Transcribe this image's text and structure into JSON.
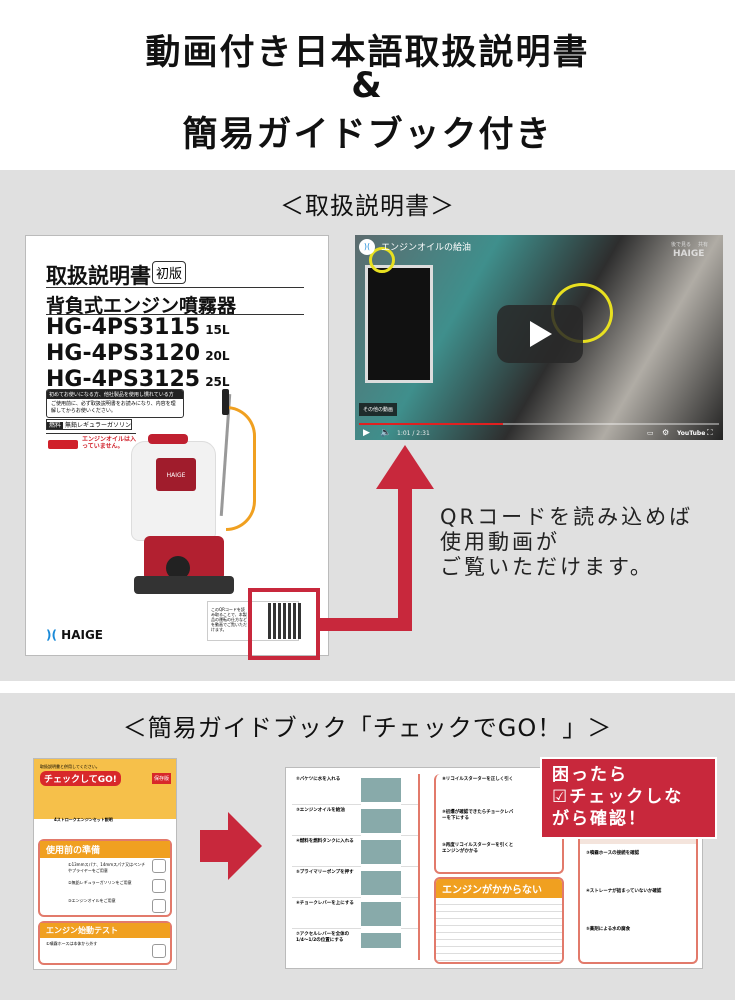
{
  "header": {
    "line1": "動画付き日本語取扱説明書",
    "line2": "&",
    "line3": "簡易ガイドブック付き"
  },
  "manual_section": {
    "title": "＜取扱説明書＞",
    "cover": {
      "heading": "取扱説明書",
      "edition": "初版",
      "product": "背負式エンジン噴霧器",
      "models": [
        {
          "model": "HG-4PS3115",
          "capacity": "15L"
        },
        {
          "model": "HG-4PS3120",
          "capacity": "20L"
        },
        {
          "model": "HG-4PS3125",
          "capacity": "25L"
        }
      ],
      "notice_title": "初めてお使いになる方、他社製品を使用し慣れている方",
      "notice_body": "ご使用前に、必ず取扱説明書をお読みになり、内容を理解してからお使いください。",
      "fuel_label": "燃料",
      "fuel_value": "無鉛レギュラーガソリン",
      "oil_warning": "エンジンオイルは入っていません。",
      "qr_caption": "このQRコードを読み取ることで、本製品の運転の仕方などを動画でご覧いただけます。",
      "brand": "HAIGE"
    },
    "video": {
      "title": "エンジンオイルの給油",
      "brand": "HAIGE",
      "watch_later": "後で見る",
      "share": "共有",
      "more_videos": "その他の動画",
      "time": "1:01 / 2:31",
      "progress": 0.4,
      "youtube": "YouTube",
      "accent": "#e02020"
    },
    "qr_text": [
      "QRコードを読み込めば",
      "使用動画が",
      "ご覧いただけます。"
    ],
    "accent": "#c8283c"
  },
  "guide_section": {
    "title": "＜簡易ガイドブック「チェックでGO！」＞",
    "booklet": {
      "top_note": "取扱説明書と併用してください。",
      "logo_text": "チェックしてGO!",
      "badge": "保存版",
      "subtitle": "4ストロークエンジンセット説明",
      "section1": "使用前の準備",
      "items": [
        "①13mmスパナ、14mmスパナ又はペンチやプライヤーをご用意",
        "②無鉛レギュラーガソリンをご用意",
        "③エンジンオイルをご用意"
      ],
      "section2": "エンジン始動テスト",
      "item4": "①噴霧ホースは本体から外す"
    },
    "spread": {
      "left_steps": [
        "②バケツに水を入れる",
        "③エンジンオイルを給油",
        "④燃料を燃料タンクに入れる",
        "⑤プライマリーポンプを押す",
        "⑥チョークレバーを上にする",
        "⑦アクセルレバーを全体の1/4〜1/2の位置にする"
      ],
      "mid_steps": [
        "⑧リコイルスターターを正しく引く",
        "⑨初爆が確認できたらチョークレバーを下にする",
        "⑩再度リコイルスターターを引くとエンジンがかかる"
      ],
      "trouble_title": "エンジンがかからない",
      "right_steps": [
        "③噴霧ホースの接続を確認",
        "④ストレーナが詰まっていないか確認",
        "⑤薬剤による水の腐食"
      ]
    },
    "callout": [
      "困ったら",
      "☑チェックしな",
      "がら確認！"
    ],
    "accent": "#c8283c",
    "orange": "#f0a020"
  }
}
